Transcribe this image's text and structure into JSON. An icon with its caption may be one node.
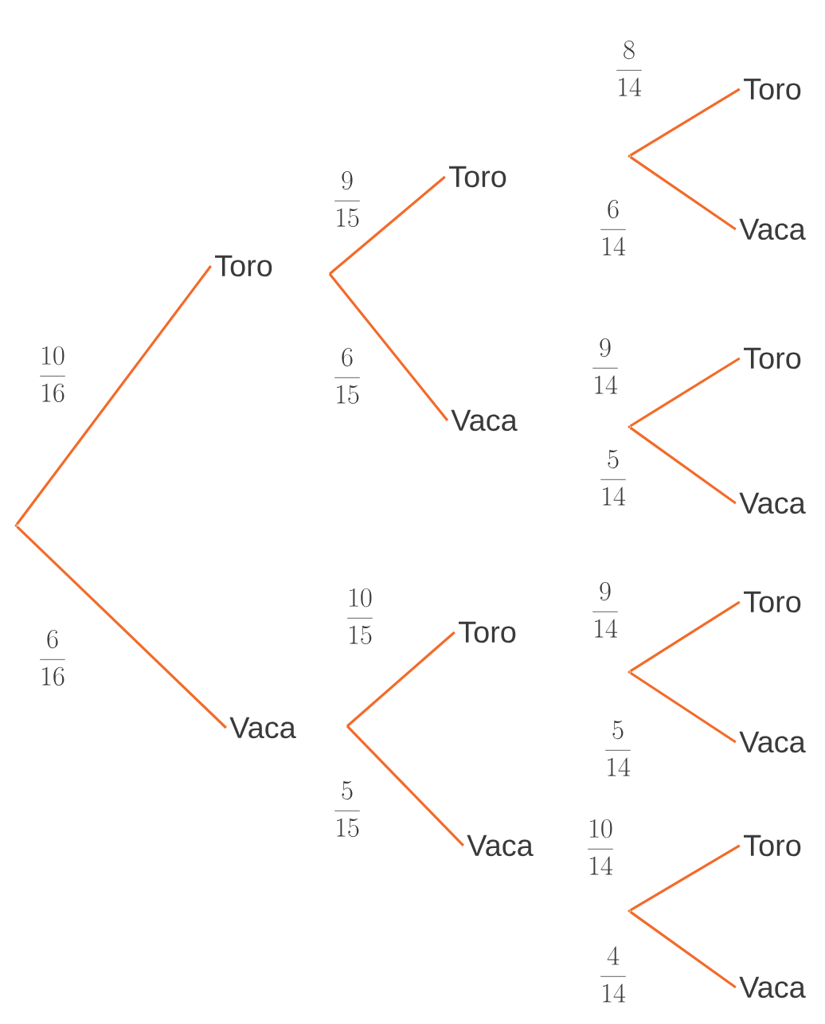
{
  "diagram": {
    "nodes": [
      {
        "text": [],
        "shape": "point"
      },
      {
        "text": [
          "Toro"
        ]
      },
      {
        "text": [
          "Vaca"
        ]
      },
      {
        "text": [
          "Toro"
        ]
      },
      {
        "text": [
          "Vaca"
        ]
      },
      {
        "text": [
          "Toro"
        ]
      },
      {
        "text": [
          "Vaca"
        ]
      },
      {
        "text": [
          "Toro"
        ]
      },
      {
        "text": [
          "Vaca"
        ]
      },
      {
        "text": [
          "Toro"
        ]
      },
      {
        "text": [
          "Vaca"
        ]
      },
      {
        "text": [
          "Toro"
        ]
      },
      {
        "text": [
          "Vaca"
        ]
      },
      {
        "text": [
          "Toro"
        ]
      },
      {
        "text": [
          "Vaca"
        ]
      },
      {
        "text": [],
        "shape": "point"
      },
      {
        "text": [],
        "shape": "point"
      },
      {
        "text": [],
        "shape": "point"
      },
      {
        "text": [],
        "shape": "point"
      }
    ],
    "edges": [
      {
        "from": 0,
        "to": 1,
        "arrow": "none",
        "label": "\\frac{10}{16}"
      },
      {
        "from": 0,
        "to": 2,
        "arrow": "none",
        "label": "\\frac{6}{16}"
      },
      {
        "from": 1,
        "to": 3,
        "arrow": "none",
        "label": "\\frac{9}{15}"
      },
      {
        "from": 1,
        "to": 4,
        "arrow": "none",
        "label": "\\frac{6}{15}"
      },
      {
        "from": 2,
        "to": 5,
        "arrow": "none",
        "label": "\\frac{10}{15}"
      },
      {
        "from": 2,
        "to": 6,
        "arrow": "none",
        "label": "\\frac{5}{15}"
      },
      {
        "from": 15,
        "to": 7,
        "arrow": "none",
        "label": "\\frac{8}{14}"
      },
      {
        "from": 15,
        "to": 8,
        "arrow": "none",
        "label": "\\frac{6}{14}"
      },
      {
        "from": 16,
        "to": 9,
        "arrow": "none",
        "label": "\\frac{9}{14}"
      },
      {
        "from": 16,
        "to": 10,
        "arrow": "none",
        "label": "\\frac{5}{14}"
      },
      {
        "from": 17,
        "to": 11,
        "arrow": "none",
        "label": "\\frac{9}{14}"
      },
      {
        "from": 17,
        "to": 12,
        "arrow": "none",
        "label": "\\frac{5}{14}"
      },
      {
        "from": 18,
        "to": 13,
        "arrow": "none",
        "label": "\\frac{10}{14}"
      },
      {
        "from": 18,
        "to": 14,
        "arrow": "none",
        "label": "\\frac{4}{14}"
      }
    ]
  }
}
